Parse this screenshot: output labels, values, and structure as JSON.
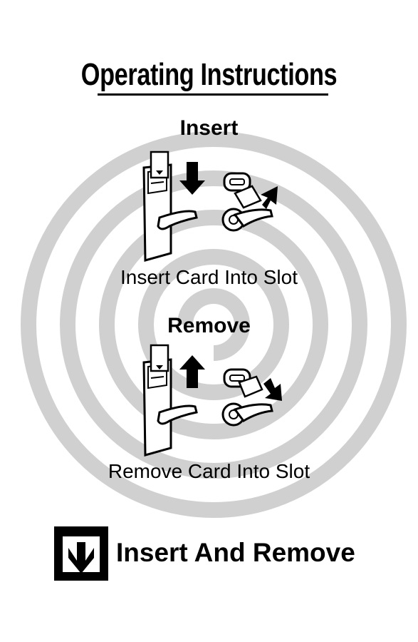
{
  "title": "Operating Instructions",
  "insert": {
    "heading": "Insert",
    "caption": "Insert Card Into Slot"
  },
  "remove": {
    "heading": "Remove",
    "caption": "Remove Card Into Slot"
  },
  "footer": {
    "label": "Insert And Remove",
    "icon": "down-arrow-box-icon"
  },
  "colors": {
    "watermark": "#d0d0d0",
    "ink": "#000000"
  }
}
